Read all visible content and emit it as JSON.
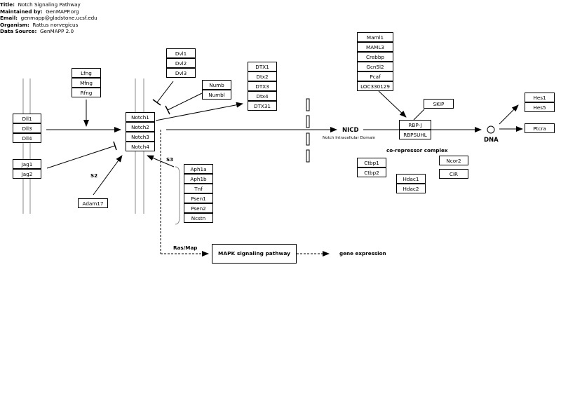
{
  "header": {
    "title_label": "Title:",
    "title": "Notch Signaling Pathway",
    "maintained_label": "Maintained by:",
    "maintained": "GenMAPP.org",
    "email_label": "Email:",
    "email": "genmapp@gladstone.ucsf.edu",
    "organism_label": "Organism:",
    "organism": "Rattus norvegicus",
    "source_label": "Data Source:",
    "source": "GenMAPP 2.0"
  },
  "genes": {
    "dll": [
      "Dll1",
      "Dll3",
      "Dll4"
    ],
    "jag": [
      "Jag1",
      "Jag2"
    ],
    "fringe": [
      "Lfng",
      "Mfng",
      "Rfng"
    ],
    "adam": "Adam17",
    "notch": [
      "Notch1",
      "Notch2",
      "Notch3",
      "Notch4"
    ],
    "dvl": [
      "Dvl1",
      "Dvl2",
      "Dvl3"
    ],
    "numb": [
      "Numb",
      "Numbl"
    ],
    "dtx": [
      "DTX1",
      "Dtx2",
      "DTX3",
      "Dtx4",
      "DTX31"
    ],
    "gamma": [
      "Aph1a",
      "Aph1b",
      "Tnf",
      "Psen1",
      "Psen2",
      "Ncstn"
    ],
    "coact": [
      "Maml1",
      "MAML3",
      "Crebbp",
      "Gcn5l2",
      "Pcaf",
      "LOC330129"
    ],
    "skip": "SKIP",
    "rbp": [
      "RBP-J",
      "RBPSUHL"
    ],
    "ctbp": [
      "Ctbp1",
      "Ctbp2"
    ],
    "hdac": [
      "Hdac1",
      "Hdac2"
    ],
    "ncor": [
      "Ncor2",
      "CIR"
    ],
    "hes": [
      "Hes1",
      "Hes5"
    ],
    "ptcra": "Ptcra"
  },
  "labels": {
    "s2": "S2",
    "s3": "S3",
    "nicd": "NICD",
    "nicd_sub": "Notch Intracellular Domain",
    "dna": "DNA",
    "corepressor": "co-repressor complex",
    "rasmap": "Ras/Map",
    "mapk": "MAPK signaling pathway",
    "gene_expression": "gene expression"
  }
}
